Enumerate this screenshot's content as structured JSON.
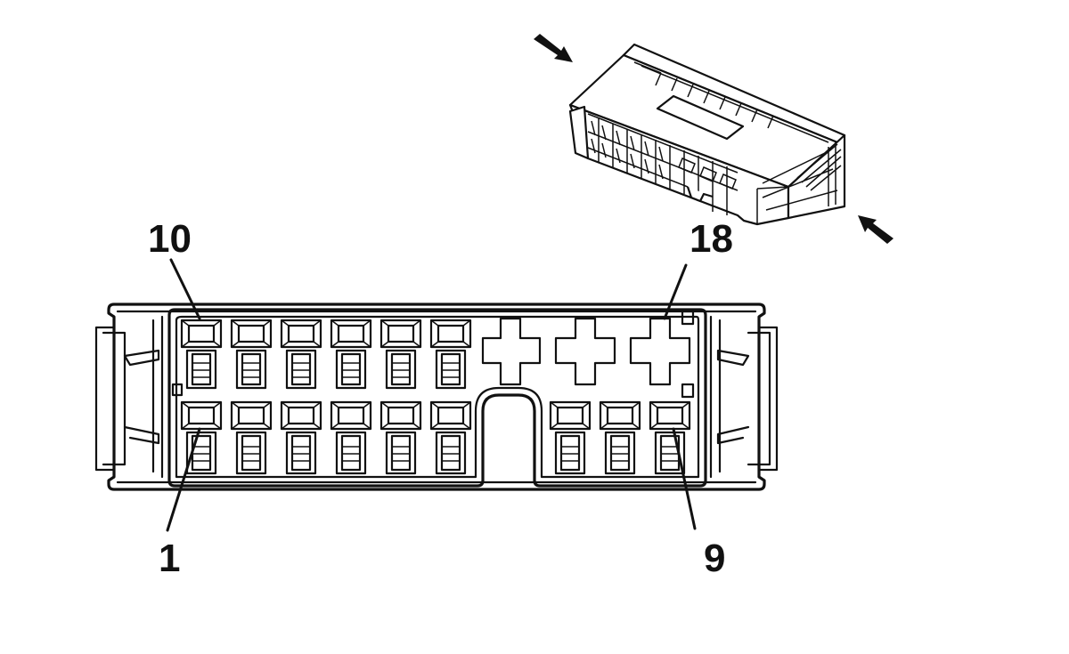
{
  "labels": {
    "pin_10": "10",
    "pin_18": "18",
    "pin_1": "1",
    "pin_9": "9"
  },
  "colors": {
    "line": "#111111",
    "background": "#ffffff"
  }
}
